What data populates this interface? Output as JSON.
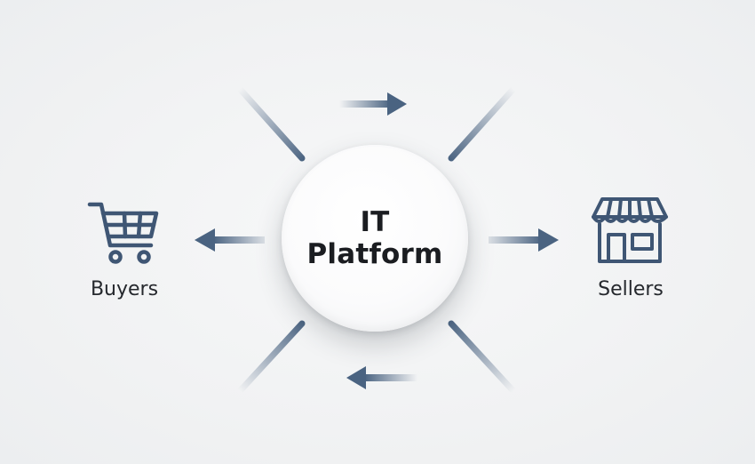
{
  "hub": {
    "title_line1": "IT",
    "title_line2": "Platform"
  },
  "nodes": {
    "buyers_label": "Buyers",
    "sellers_label": "Sellers"
  },
  "colors": {
    "accent": "#4a6381",
    "icon": "#3f5674",
    "text": "#1b1d21"
  },
  "icons": {
    "buyers": "shopping-cart-icon",
    "sellers": "storefront-icon"
  }
}
